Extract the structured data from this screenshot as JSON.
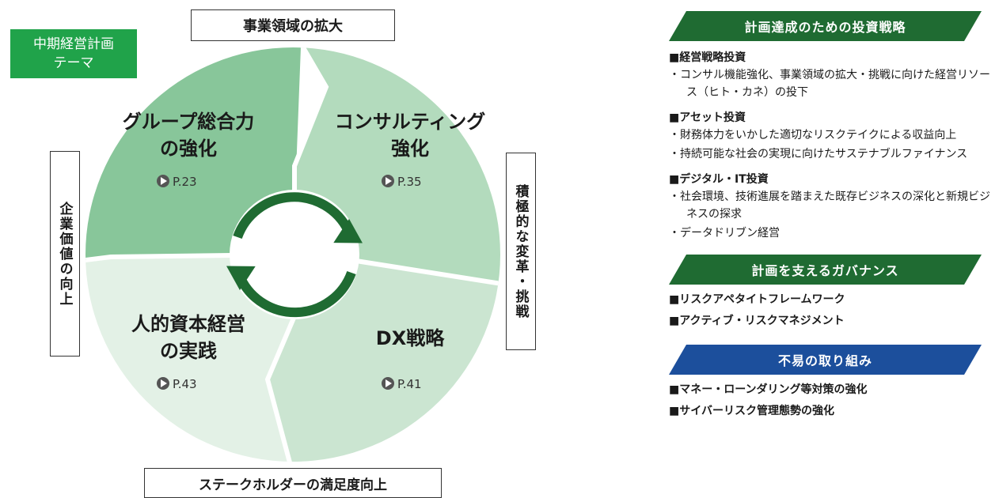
{
  "theme": {
    "line1": "中期経営計画",
    "line2": "テーマ"
  },
  "axes": {
    "top": "事業領域の拡大",
    "bottom": "ステークホルダーの満足度向上",
    "left": "企業価値の向上",
    "right": "積極的な変革・挑戦"
  },
  "quadrants": [
    {
      "title1": "グループ総合力",
      "title2": "の強化",
      "page": "P.23",
      "color": "#88c69a"
    },
    {
      "title1": "コンサルティング",
      "title2": "強化",
      "page": "P.35",
      "color": "#b3dbbd"
    },
    {
      "title1": "人的資本経営",
      "title2": "の実践",
      "page": "P.43",
      "color": "#e3f1e6"
    },
    {
      "title1": "DX戦略",
      "title2": "",
      "page": "P.41",
      "color": "#cbe5d1"
    }
  ],
  "colors": {
    "arrow": "#1f6b32",
    "banner_green": "#1f6b32",
    "banner_blue": "#1c4f9c",
    "theme_box": "#20a34a"
  },
  "right": {
    "strategy_banner": "計画達成のための投資戦略",
    "sections": [
      {
        "title": "■経営戦略投資",
        "bullets": [
          "・コンサル機能強化、事業領域の拡大・挑戦に向けた経営リソース（ヒト・カネ）の投下"
        ]
      },
      {
        "title": "■アセット投資",
        "bullets": [
          "・財務体力をいかした適切なリスクテイクによる収益向上",
          "・持続可能な社会の実現に向けたサステナブルファイナンス"
        ]
      },
      {
        "title": "■デジタル・IT投資",
        "bullets": [
          "・社会環境、技術進展を踏まえた既存ビジネスの深化と新規ビジネスの探求",
          "・データドリブン経営"
        ]
      }
    ],
    "governance_banner": "計画を支えるガバナンス",
    "governance_items": [
      "■リスクアペタイトフレームワーク",
      "■アクティブ・リスクマネジメント"
    ],
    "fueki_banner": "不易の取り組み",
    "fueki_items": [
      "■マネー・ローンダリング等対策の強化",
      "■サイバーリスク管理態勢の強化"
    ]
  }
}
